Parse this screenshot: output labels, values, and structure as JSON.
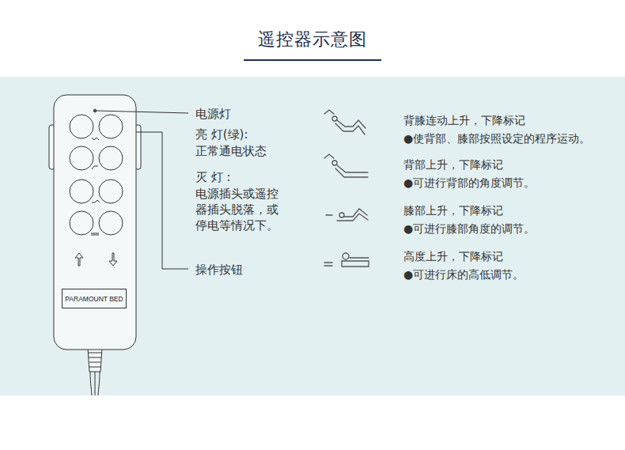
{
  "diagram": {
    "title": "遥控器示意图",
    "nodes": [
      {
        "text": [
          "PARAMOUNT BED"
        ]
      }
    ],
    "labels": [
      "电源灯",
      "亮 灯(绿):",
      "正常通电状态",
      "灭 灯 :",
      "电源插头或遥控器插头脱落，或停电等情况下。",
      "操作按钮",
      "背膝连动上升，下降标记",
      "●使背部、膝部按照设定的程序运动。",
      "背部上升，下降标记",
      "●可进行背部的角度调节。",
      "膝部上升，下降标记",
      "●可进行膝部角度的调节。",
      "高度上升，下降标记",
      "●可进行床的高低调节。"
    ]
  }
}
